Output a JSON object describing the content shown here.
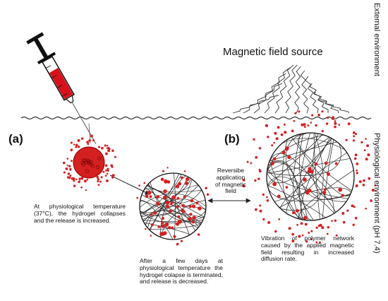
{
  "environments": {
    "external": "External environment",
    "physiological": "Physiological environment (pH 7.4)"
  },
  "magnet_label": "Magnetic field source",
  "panel_a_label": "(a)",
  "panel_b_label": "(b)",
  "arrow_label": [
    "Reversibe",
    "application",
    "of magnetic",
    "field"
  ],
  "caption_a": "At physiological temperature (37°C), the hydrogel collapses and the release is increased.",
  "caption_middle": "After a few days at physiological temperature the hydrogel colapse is terminated, and release is decreased.",
  "caption_b": "Vibration of polymer network caused by the applied magnetic field resulting in increased diffusion rate.",
  "colors": {
    "drug": "#d42020",
    "syringe_barrel": "#d8101a",
    "line": "#333333"
  }
}
